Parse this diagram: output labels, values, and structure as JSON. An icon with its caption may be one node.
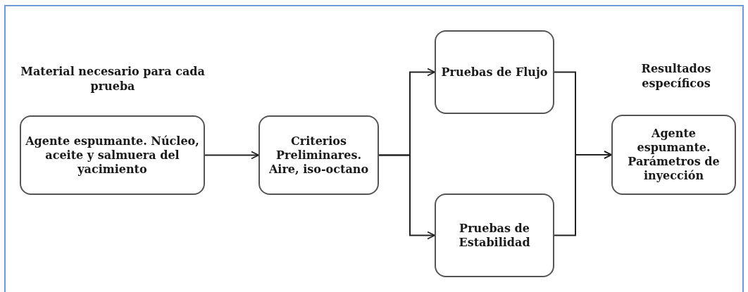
{
  "diagram": {
    "nodes": [
      {
        "text": [
          "Material necesario para cada prueba",
          "Agente espumante. Núcleo, aceite y salmuera del yacimiento"
        ]
      },
      {
        "text": [
          "Criterios Preliminares. Aire, iso-octano"
        ]
      },
      {
        "text": [
          "Pruebas de Flujo"
        ]
      },
      {
        "text": [
          "Pruebas de Estabilidad"
        ]
      },
      {
        "text": [
          "Resultados específicos",
          "Agente espumante. Parámetros de inyección"
        ]
      }
    ],
    "edges": [
      {
        "from": 0,
        "to": 1,
        "arrow": "to"
      },
      {
        "from": 1,
        "to": 2,
        "arrow": "to"
      },
      {
        "from": 1,
        "to": 3,
        "arrow": "to"
      },
      {
        "from": 2,
        "to": 4,
        "arrow": "to"
      },
      {
        "from": 3,
        "to": 4,
        "arrow": "to"
      }
    ]
  }
}
